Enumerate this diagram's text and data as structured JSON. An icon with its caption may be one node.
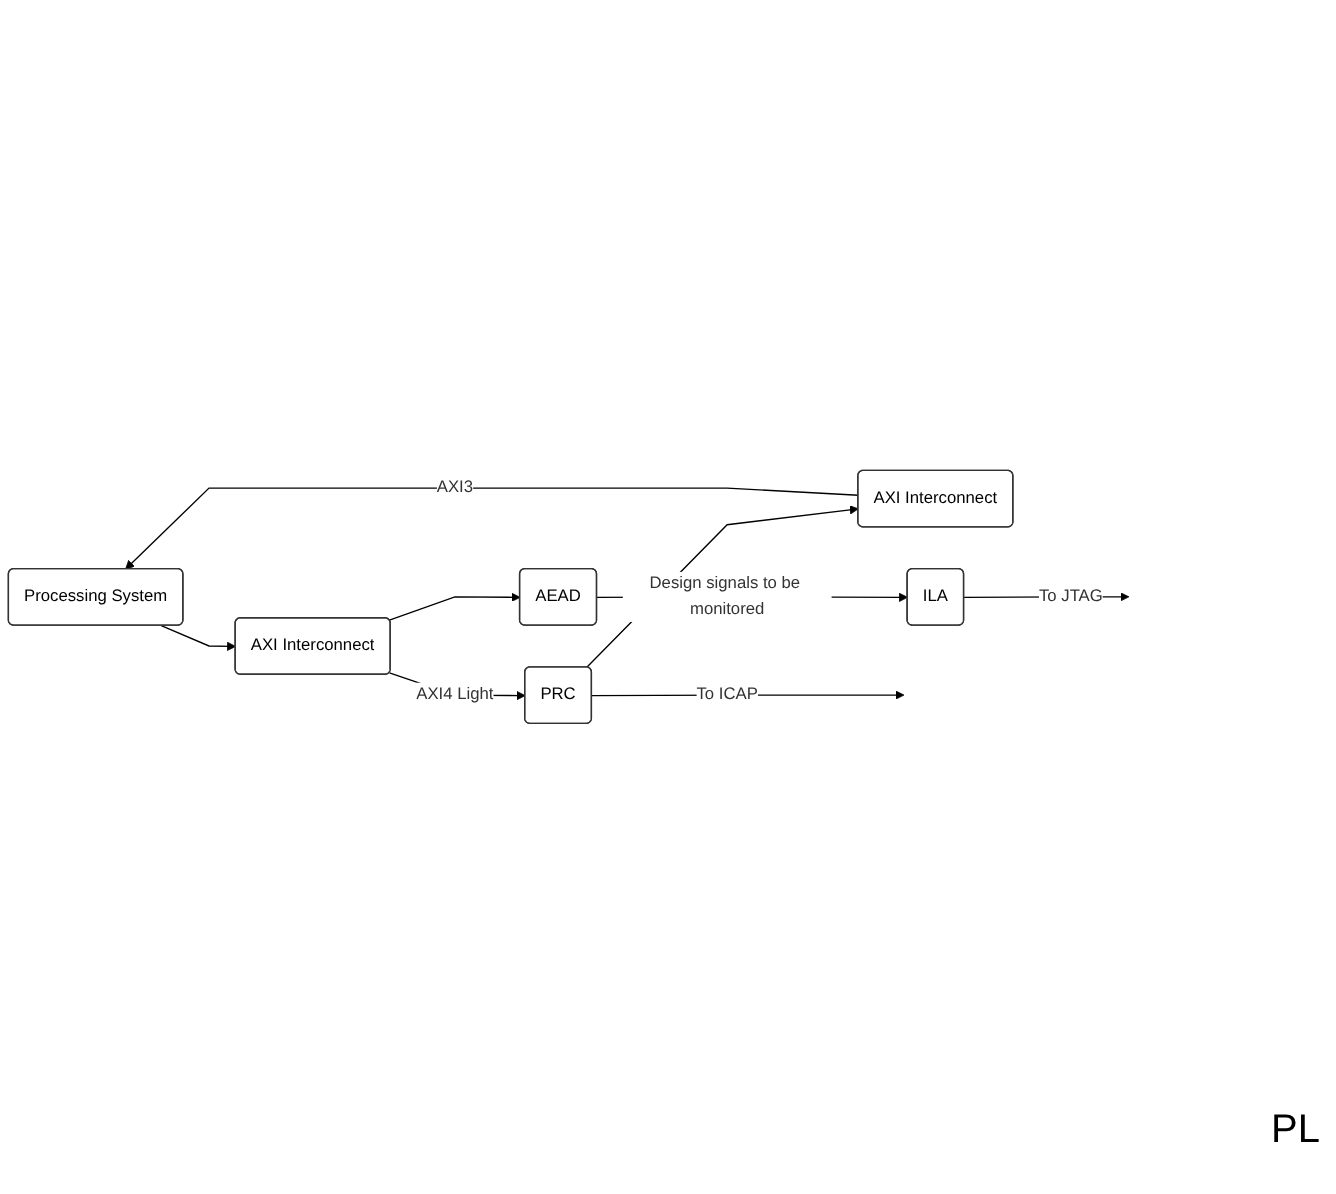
{
  "diagram": {
    "nodes": [
      {
        "text": [
          "Processing System"
        ]
      },
      {
        "text": [
          "AXI Interconnect"
        ]
      },
      {
        "text": [
          "PRC"
        ]
      },
      {
        "text": [
          "AXI Interconnect"
        ]
      },
      {
        "text": [
          "AEAD"
        ]
      },
      {
        "text": [
          "ILA"
        ]
      }
    ],
    "edges": [
      {
        "from": 2,
        "to": 1,
        "arrow": "to"
      },
      {
        "from": 1,
        "to": 0,
        "arrow": "to",
        "label": "AXI3"
      },
      {
        "from": 0,
        "to": 3,
        "arrow": "to"
      },
      {
        "from": 3,
        "to": 2,
        "arrow": "to",
        "label": "AXI4 Light"
      },
      {
        "from": 3,
        "to": 4,
        "arrow": "to"
      },
      {
        "from": 4,
        "to": 5,
        "arrow": "to",
        "label": "Design signals to be monitored"
      },
      {
        "from": 2,
        "to": null,
        "arrow": "to",
        "label": "To ICAP"
      },
      {
        "from": 5,
        "to": null,
        "arrow": "to",
        "label": "To JTAG"
      }
    ],
    "labels": [
      "PL"
    ]
  }
}
